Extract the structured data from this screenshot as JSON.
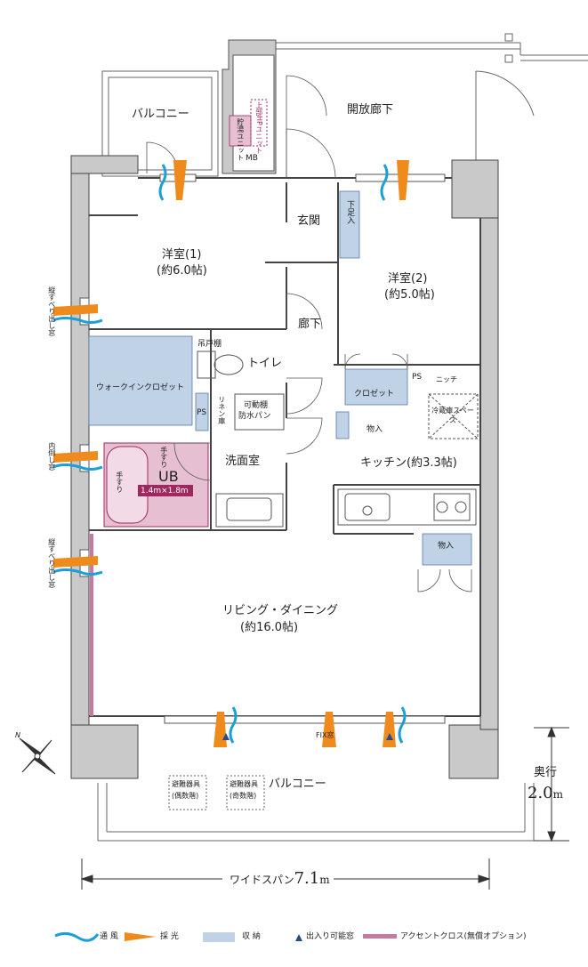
{
  "rooms": {
    "balcony_top": "バルコニー",
    "open_corridor": "開放廊下",
    "mb": "MB",
    "water_heater": "貯湯ユニット",
    "heat_pump": "上部HPユニット",
    "entrance": "玄関",
    "shoe_box": "下足入",
    "western1_name": "洋室(1)",
    "western1_size": "(約6.0帖)",
    "western2_name": "洋室(2)",
    "western2_size": "(約5.0帖)",
    "hallway": "廊下",
    "upper_shelf": "吊戸棚",
    "toilet": "トイレ",
    "wic": "ウォークインクロゼット",
    "closet": "クロゼット",
    "niche": "ニッチ",
    "ps1": "PS",
    "ps2": "PS",
    "linen": "リネン庫",
    "adjustable_shelf": "可動棚",
    "waterproof_pan": "防水パン",
    "storage1": "物入",
    "fridge": "冷蔵庫スペース",
    "washroom": "洗面室",
    "kitchen": "キッチン(約3.3帖)",
    "ub": "UB",
    "ub_size": "1.4m×1.8m",
    "handrail1": "手すり",
    "handrail2": "手すり",
    "storage2": "物入",
    "ldk_name": "リビング・ダイニング",
    "ldk_size": "(約16.0帖)",
    "fix_window": "FIX窓",
    "balcony_bottom": "バルコニー",
    "evac_even": "避難器具",
    "evac_even_sub": "(偶数階)",
    "evac_odd": "避難器具",
    "evac_odd_sub": "(奇数階)"
  },
  "windows": {
    "slide_top": "縦すべり出し窓",
    "tilt": "内倒し窓",
    "slide_bottom": "縦すべり出し窓"
  },
  "dimensions": {
    "depth_label": "奥行",
    "depth_value": "2.0",
    "depth_unit": "m",
    "width_prefix": "ワイドスパン",
    "width_value": "7.1",
    "width_unit": "m"
  },
  "compass": {
    "north": "N"
  },
  "legend": {
    "ventilation": "通 風",
    "daylight": "採 光",
    "storage": "収 納",
    "access": "出入り可能窓",
    "accent": "アクセントクロス(無償オプション)"
  },
  "colors": {
    "storage": "#bfd2e6",
    "bath": "#e6bfd2",
    "ub_badge": "#a0285f",
    "accent": "#c77a9f",
    "wall": "#c9c9c9",
    "wind": "#1c9fd8",
    "light": "#ef8a1d",
    "access": "#2a4a8c"
  }
}
